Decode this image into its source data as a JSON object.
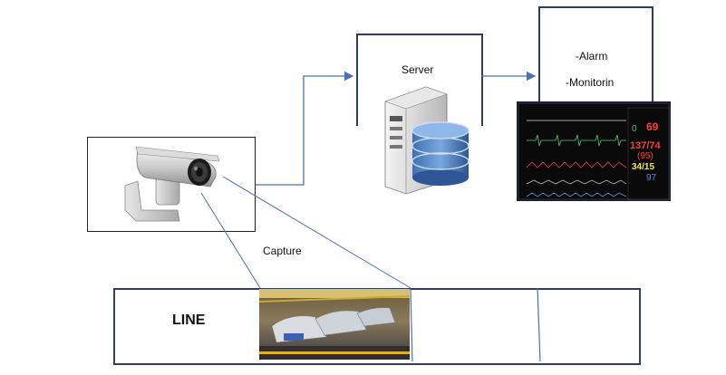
{
  "diagram": {
    "server_label": "Server",
    "alarm_label": "-Alarm",
    "monitoring_label": "-Monitorin",
    "capture_label": "Capture",
    "line_label": "LINE"
  },
  "monitor": {
    "hr_value": "69",
    "aux_value": "0",
    "bp_value": "137/74",
    "map_value": "(95)",
    "resp_value": "34/15",
    "spo2_value": "97"
  }
}
